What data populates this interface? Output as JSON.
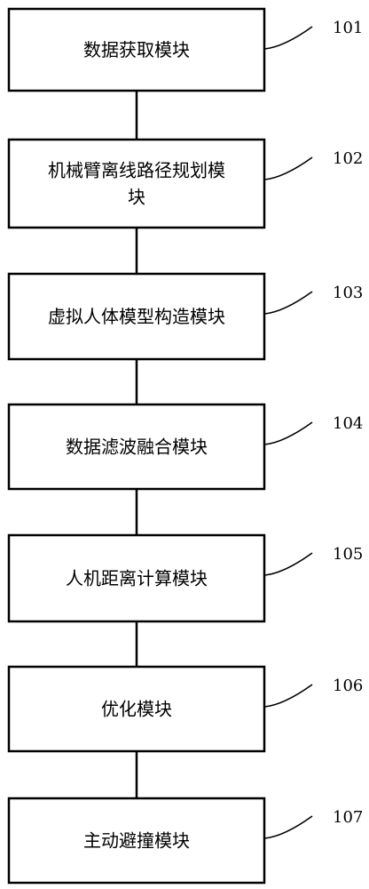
{
  "diagram": {
    "stroke_color": "#000000",
    "background": "#ffffff",
    "blocks": [
      {
        "label_lines": [
          "数据获取模块"
        ],
        "ref": "101"
      },
      {
        "label_lines": [
          "机械臂离线路径规划模",
          "块"
        ],
        "ref": "102"
      },
      {
        "label_lines": [
          "虚拟人体模型构造模块"
        ],
        "ref": "103"
      },
      {
        "label_lines": [
          "数据滤波融合模块"
        ],
        "ref": "104"
      },
      {
        "label_lines": [
          "人机距离计算模块"
        ],
        "ref": "105"
      },
      {
        "label_lines": [
          "优化模块"
        ],
        "ref": "106"
      },
      {
        "label_lines": [
          "主动避撞模块"
        ],
        "ref": "107"
      }
    ]
  }
}
